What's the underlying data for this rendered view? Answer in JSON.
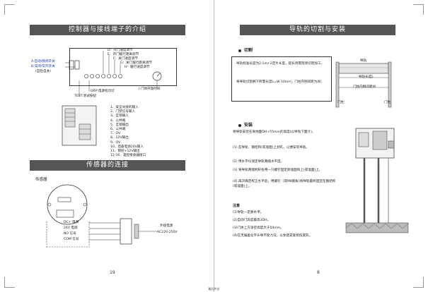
{
  "left_page": {
    "title_controller": "控制器与接线端子的介绍",
    "labels_left": [
      "A:自动/锁闭开关",
      "B:常闭/常开开关",
      "(自检自关)"
    ],
    "labels_right": [
      "D：开门速度调节",
      "E：开门缓行距离调节",
      "F：关门速度调节",
      "G：关门缓行距离调节",
      "H：缓行速度调节"
    ],
    "drp_label": "DRP:电源指示灯",
    "test_label": "TEST:测试按钮",
    "timer_label": "I:门体开放时间",
    "terminals": [
      "1、安全光线的输入",
      "2、门禁信号输入",
      "3、互锁输入",
      "4、公共端",
      "5、互锁输出",
      "6、公共端",
      "7、OV",
      "8、12V输出",
      "9、OV",
      "10、后备电源24V输入",
      "11、锁控+12V输出",
      "12-16、遥控接收器接口"
    ],
    "title_sensor": "传感器的连接",
    "sensor_label": "传感器",
    "wire_labels": [
      "DC+ 电源",
      "24V 电源",
      "NO 信号",
      "COM 信号"
    ],
    "power_label": "外接电源",
    "power_spec": "AC220-250V",
    "page_number": "19"
  },
  "right_page": {
    "title": "导轨的切割与安装",
    "cut_heading": "切割",
    "cut_para_1": "导轨标准长度为2.1m+2定片长度，超长则需现场切割加工。",
    "cut_para_2": "将导轨切割剩下所需长度L=W-10mm，门柱内侧间距为W。",
    "rail_label": "导轨",
    "rail_length_label": "导轨长度L",
    "door_width_label": "门柱内侧间距W",
    "post_label_left": "门柱",
    "post_label_right": "门柱",
    "install_heading": "安装",
    "install_intro": "将导轨安装在离地面DH+55mm的高度(以导轨下面计)。",
    "install_steps": [
      "(1) 在导轨、钢结构(或墙面)上划孔，以便安装导轨。",
      "(2) 用水平仪测定导轨两端水平度。",
      "(3) 将导轨两端附轩各用一只螺钉固定到墙面和上(或墙面)上。",
      "(4) 再次确定校正水平后，用螺钉（或M8膨胀)将导轨最终固定在钢结构(或墙面)上。"
    ],
    "note_heading": "注意",
    "notes": [
      "(1)导轨一定要水平。",
      "(2)自动门高度最高3DH。",
      "(3)门体上方净空高度大于50mm。",
      "(4)在无偏差化平头导不受力况，以免使其受损伤变形。"
    ],
    "page_number": "8"
  },
  "footer_text": "最后作业"
}
